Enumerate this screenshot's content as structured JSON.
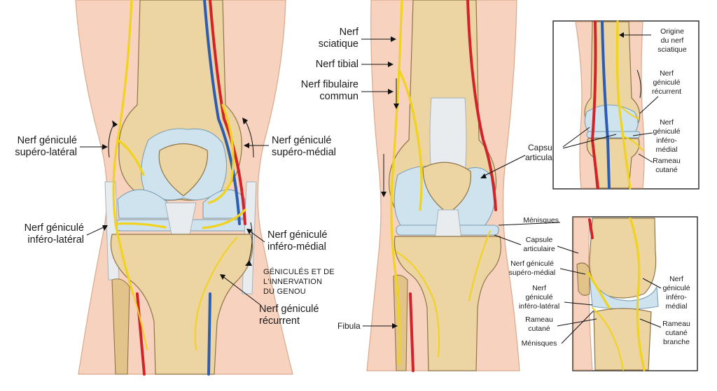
{
  "panel_left": {
    "labels": {
      "sup_lat": [
        "Nerf géniculé",
        "supéro-latéral"
      ],
      "sup_med": [
        "Nerf géniculé",
        "supéro-médial"
      ],
      "inf_lat": [
        "Nerf géniculé",
        "inféro-latéral"
      ],
      "inf_med": [
        "Nerf géniculé",
        "inféro-médial"
      ],
      "caption": [
        "GÉNICULÉS ET DE",
        "L'INNERVATION",
        "DU GENOU"
      ],
      "recurrent": [
        "Nerf géniculé",
        "récurrent"
      ]
    }
  },
  "panel_center": {
    "labels": {
      "sciatic": [
        "Nerf",
        "sciatique"
      ],
      "tibial": [
        "Nerf tibial"
      ],
      "fibular": [
        "Nerf fibulaire",
        "commun"
      ],
      "capsule": [
        "Capsule",
        "articulaire"
      ],
      "fibula": [
        "Fibula"
      ]
    }
  },
  "panel_top_right": {
    "labels": {
      "origin": [
        "Origine",
        "du nerf",
        "sciatique"
      ],
      "recurrent": [
        "Nerf",
        "géniculé",
        "récurrent"
      ],
      "inf_med": [
        "Nerf",
        "géniculé",
        "inféro-",
        "médial"
      ],
      "cutaneous": [
        "Rameau",
        "cutané"
      ]
    }
  },
  "panel_bottom_right": {
    "labels": {
      "menisci_top": [
        "Ménisques"
      ],
      "capsule": [
        "Capsule",
        "articulaire"
      ],
      "sup_med": [
        "Nerf géniculé",
        "supéro-médial"
      ],
      "inf_lat": [
        "Nerf",
        "géniculé",
        "inféro-latéral"
      ],
      "cutaneous": [
        "Rameau",
        "cutané"
      ],
      "menisci_bottom": [
        "Ménisques"
      ],
      "inf_med": [
        "Nerf",
        "géniculé",
        "inféro-",
        "médial"
      ],
      "cutaneous_branch": [
        "Rameau",
        "cutané",
        "branche"
      ]
    }
  },
  "colors": {
    "nerve": "#f1d21c",
    "artery": "#d2232a",
    "vein": "#2d5db3",
    "bone": "#ecd5a2",
    "cartilage": "#cfe3ef",
    "skin": "#f6d2bf"
  }
}
